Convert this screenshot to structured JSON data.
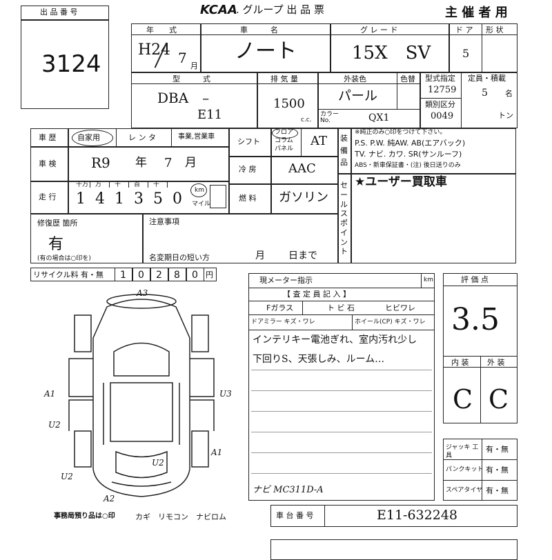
{
  "header": {
    "lot_label": "出 品 番 号",
    "lot_number": "3124",
    "brand": "KCAA",
    "sheet_title": ". グループ 出 品 票",
    "organizer": "主 催 者 用"
  },
  "vehicle": {
    "year_label": "年　　式",
    "year_era": "H24",
    "year_month": "7",
    "month_unit": "月",
    "name_label": "車　　　名",
    "name_value": "ノート",
    "grade_label": "グ レ ー ド",
    "grade_value": "15X　SV",
    "doors_label": "ド ア",
    "doors_value": "5",
    "body_type_label": "形 状",
    "model_label": "型　　　式",
    "model_prefix": "DBA　–",
    "model_code": "E11",
    "displacement_label": "排 気 量",
    "displacement_value": "1500",
    "cc_unit": "c.c.",
    "exterior_color_label": "外装色",
    "exterior_color_value": "パール",
    "color_change_label": "色替",
    "color_no_label": "カラー No.",
    "color_no_value": "QX1",
    "type_designation_label": "型式指定",
    "type_designation_value": "12759",
    "category_label": "類別区分",
    "category_value": "0049",
    "capacity_label": "定員・積載",
    "capacity_value": "5",
    "capacity_unit": "名",
    "load_unit": "トン"
  },
  "history": {
    "history_label": "車 歴",
    "private": "自家用",
    "rental": "レ ン タ",
    "business": "事業,営業車",
    "inspection_label": "車 検",
    "inspection_era": "R9",
    "inspection_year": "年",
    "inspection_month_value": "7",
    "inspection_month": "月",
    "mileage_label": "走 行",
    "mileage_digit_labels": [
      "十万",
      "万",
      "千",
      "百",
      "十",
      ""
    ],
    "mileage_digits": [
      "1",
      "4",
      "1",
      "3",
      "5",
      "0"
    ],
    "mileage_unit_km": "km",
    "mileage_unit_mile": "マイル"
  },
  "specs": {
    "shift_label": "シフト",
    "shift_floor": "フロア",
    "shift_column": "コラム",
    "shift_panel": "パネル",
    "shift_value": "AT",
    "ac_label": "冷 房",
    "ac_value": "AAC",
    "fuel_label": "燃 料",
    "fuel_value": "ガソリン"
  },
  "equipment": {
    "label": "装備品",
    "note": "※純正のみ○印をつけて下さい。",
    "line1": "P.S. P.W. 純AW. AB(エアバック)",
    "line2": "TV. ナビ. カワ. SR(サンルーフ)",
    "line3": "ABS・新車保証書・(注) 後日送りのみ"
  },
  "sales_point": {
    "label": "セールスポイント",
    "value": "★ユーザー買取車"
  },
  "repair": {
    "label": "修復歴 箇所",
    "value": "有",
    "note": "(有の場合は○印を)"
  },
  "notice": {
    "label": "注意事項",
    "name_change_label": "名変期日の短い方",
    "month": "月",
    "day": "日まで"
  },
  "recycle": {
    "label": "リサイクル料 有・無",
    "digits": [
      "1",
      "0",
      "2",
      "8",
      "0"
    ],
    "unit": "円"
  },
  "meter": {
    "label": "現メーター指示",
    "unit": "km",
    "inspector_label": "【 査 定 員 記 入 】",
    "fglass": "Fガラス",
    "fglass_value": "ト ビ 石",
    "fglass_value2": "ヒビワレ",
    "mirror": "ドアミラー キズ・ワレ",
    "wheel": "ホイール(CP) キズ・ワレ",
    "remark1": "インテリキー電池ぎれ、室内汚れ少し",
    "remark2": "下回りS、天張しみ、ルーム…",
    "remark3": "ナビ MC311D-A"
  },
  "evaluation": {
    "label": "評 価 点",
    "score": "3.5",
    "interior_label": "内 装",
    "exterior_label": "外 装",
    "interior_value": "C",
    "exterior_value": "C"
  },
  "tools": {
    "jack_label": "ジャッキ 工 具",
    "jack_value": "有・無",
    "puncture_label": "パンクキット",
    "puncture_value": "有・無",
    "spare_label": "スペアタイヤ",
    "spare_value": "有・無"
  },
  "chassis": {
    "label": "車 台 番 号",
    "value": "E11-632248"
  },
  "diagram": {
    "marks": [
      "A3",
      "A1",
      "U2",
      "U3",
      "A1",
      "U2",
      "U2",
      "A2"
    ]
  },
  "footer": {
    "office_note": "事務局預り品は○印",
    "items": "カギ　リモコン　ナビロム"
  }
}
